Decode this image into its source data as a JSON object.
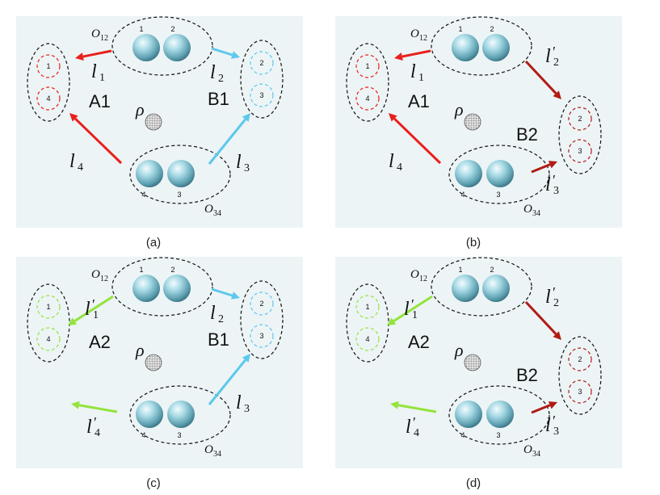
{
  "captions": [
    "(a)",
    "(b)",
    "(c)",
    "(d)"
  ],
  "colors": {
    "panel_bg": "#edf4f6",
    "red": "#e8201c",
    "dark_red": "#b01c14",
    "cyan": "#5cc8ec",
    "green": "#93e33c",
    "black": "#111111"
  },
  "labels": {
    "O12": "O",
    "O12_sub": "12",
    "O34": "O",
    "O34_sub": "34",
    "rho": "ρ",
    "site1": "1",
    "site2": "2",
    "site3": "3",
    "site4": "4"
  },
  "panels": [
    {
      "id": "a",
      "left_label": "A1",
      "right_label": "B1",
      "left_color": "red",
      "right_color": "cyan",
      "arrows": {
        "top_left": {
          "label": "l",
          "sub": "1",
          "prime": false,
          "color": "red"
        },
        "top_right": {
          "label": "l",
          "sub": "2",
          "prime": false,
          "color": "cyan"
        },
        "bottom_left": {
          "label": "l",
          "sub": "4",
          "prime": false,
          "color": "red"
        },
        "bottom_right": {
          "label": "l",
          "sub": "3",
          "prime": false,
          "color": "cyan"
        }
      }
    },
    {
      "id": "b",
      "left_label": "A1",
      "right_label": "B2",
      "left_color": "red",
      "right_color": "dark_red",
      "arrows": {
        "top_left": {
          "label": "l",
          "sub": "1",
          "prime": false,
          "color": "red"
        },
        "top_right": {
          "label": "l",
          "sub": "2",
          "prime": true,
          "color": "dark_red"
        },
        "bottom_left": {
          "label": "l",
          "sub": "4",
          "prime": false,
          "color": "red"
        },
        "bottom_right": {
          "label": "l",
          "sub": "3",
          "prime": true,
          "color": "dark_red"
        }
      }
    },
    {
      "id": "c",
      "left_label": "A2",
      "right_label": "B1",
      "left_color": "green",
      "right_color": "cyan",
      "arrows": {
        "top_left": {
          "label": "l",
          "sub": "1",
          "prime": true,
          "color": "green"
        },
        "top_right": {
          "label": "l",
          "sub": "2",
          "prime": false,
          "color": "cyan"
        },
        "bottom_left": {
          "label": "l",
          "sub": "4",
          "prime": true,
          "color": "green"
        },
        "bottom_right": {
          "label": "l",
          "sub": "3",
          "prime": false,
          "color": "cyan"
        }
      }
    },
    {
      "id": "d",
      "left_label": "A2",
      "right_label": "B2",
      "left_color": "green",
      "right_color": "dark_red",
      "arrows": {
        "top_left": {
          "label": "l",
          "sub": "1",
          "prime": true,
          "color": "green"
        },
        "top_right": {
          "label": "l",
          "sub": "2",
          "prime": true,
          "color": "dark_red"
        },
        "bottom_left": {
          "label": "l",
          "sub": "4",
          "prime": true,
          "color": "green"
        },
        "bottom_right": {
          "label": "l",
          "sub": "3",
          "prime": true,
          "color": "dark_red"
        }
      }
    }
  ]
}
